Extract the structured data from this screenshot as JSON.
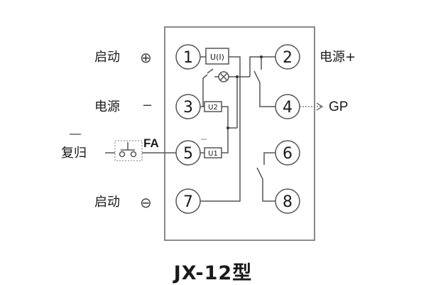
{
  "diagram": {
    "model_title": "JX-12型",
    "left_labels": [
      {
        "text": "启动",
        "symbol": "⊕",
        "terminal": 1
      },
      {
        "text": "电源",
        "symbol": "−",
        "terminal": 3
      },
      {
        "text": "复归",
        "symbol_over": "—",
        "terminal": 5
      },
      {
        "text": "启动",
        "symbol": "⊖",
        "terminal": 7
      }
    ],
    "right_labels": [
      {
        "text": "电源+",
        "terminal": 2
      },
      {
        "text": "GP",
        "terminal": 4
      }
    ],
    "switch_label": "FA",
    "terminals": [
      "1",
      "2",
      "3",
      "4",
      "5",
      "6",
      "7",
      "8"
    ],
    "components": {
      "u_i": "U(I)",
      "u2": "U2",
      "u1": "U1",
      "lamp": "indicator-lamp"
    },
    "minus_mark": "—",
    "colors": {
      "line": "#555555",
      "frame": "#8a8a8a",
      "text": "#1a1a1a"
    }
  }
}
